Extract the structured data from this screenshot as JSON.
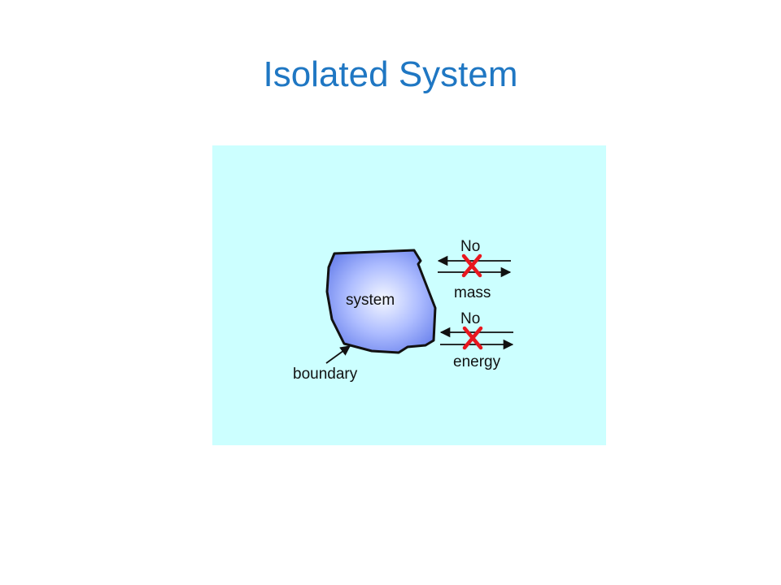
{
  "slide": {
    "title": "Isolated System"
  },
  "diagram": {
    "system_label": "system",
    "boundary_label": "boundary",
    "mass_prefix": "No",
    "mass_label": "mass",
    "energy_prefix": "No",
    "energy_label": "energy"
  },
  "colors": {
    "title": "#1f77c3",
    "panel_background": "#ccffff",
    "system_fill_center": "#f2f5ff",
    "system_fill_edge": "#6f86ee",
    "cross": "#e8171f"
  },
  "icons": {
    "cross": "x-mark-icon",
    "arrow": "double-arrow-icon"
  }
}
